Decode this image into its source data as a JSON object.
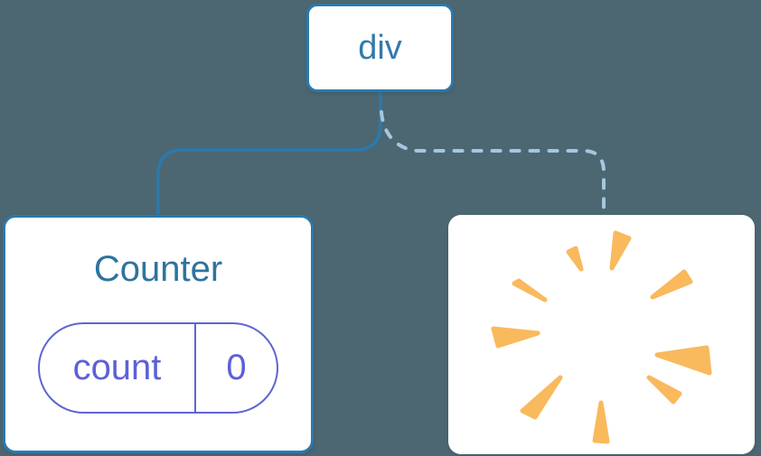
{
  "diagram": {
    "description": "component-tree",
    "root_node": {
      "label": "div"
    },
    "counter_node": {
      "title": "Counter",
      "state_key": "count",
      "state_value": "0"
    },
    "poof_node": {
      "icon": "poof-starburst"
    },
    "connectors": [
      {
        "type": "solid",
        "from": "div",
        "to": "Counter"
      },
      {
        "type": "dashed",
        "from": "div",
        "to": "removed-component"
      }
    ]
  },
  "colors": {
    "bg": "#4C6771",
    "node-bg": "#FFFFFF",
    "node-border": "#2B79AD",
    "node-text": "#3279AC",
    "counter-title": "#2F739E",
    "pill-border": "#5F65D1",
    "pill-text": "#5B61D6",
    "solid-line": "#2B79AD",
    "dashed-line": "#A5C6DF",
    "poof-orange": "#F9B95D"
  }
}
